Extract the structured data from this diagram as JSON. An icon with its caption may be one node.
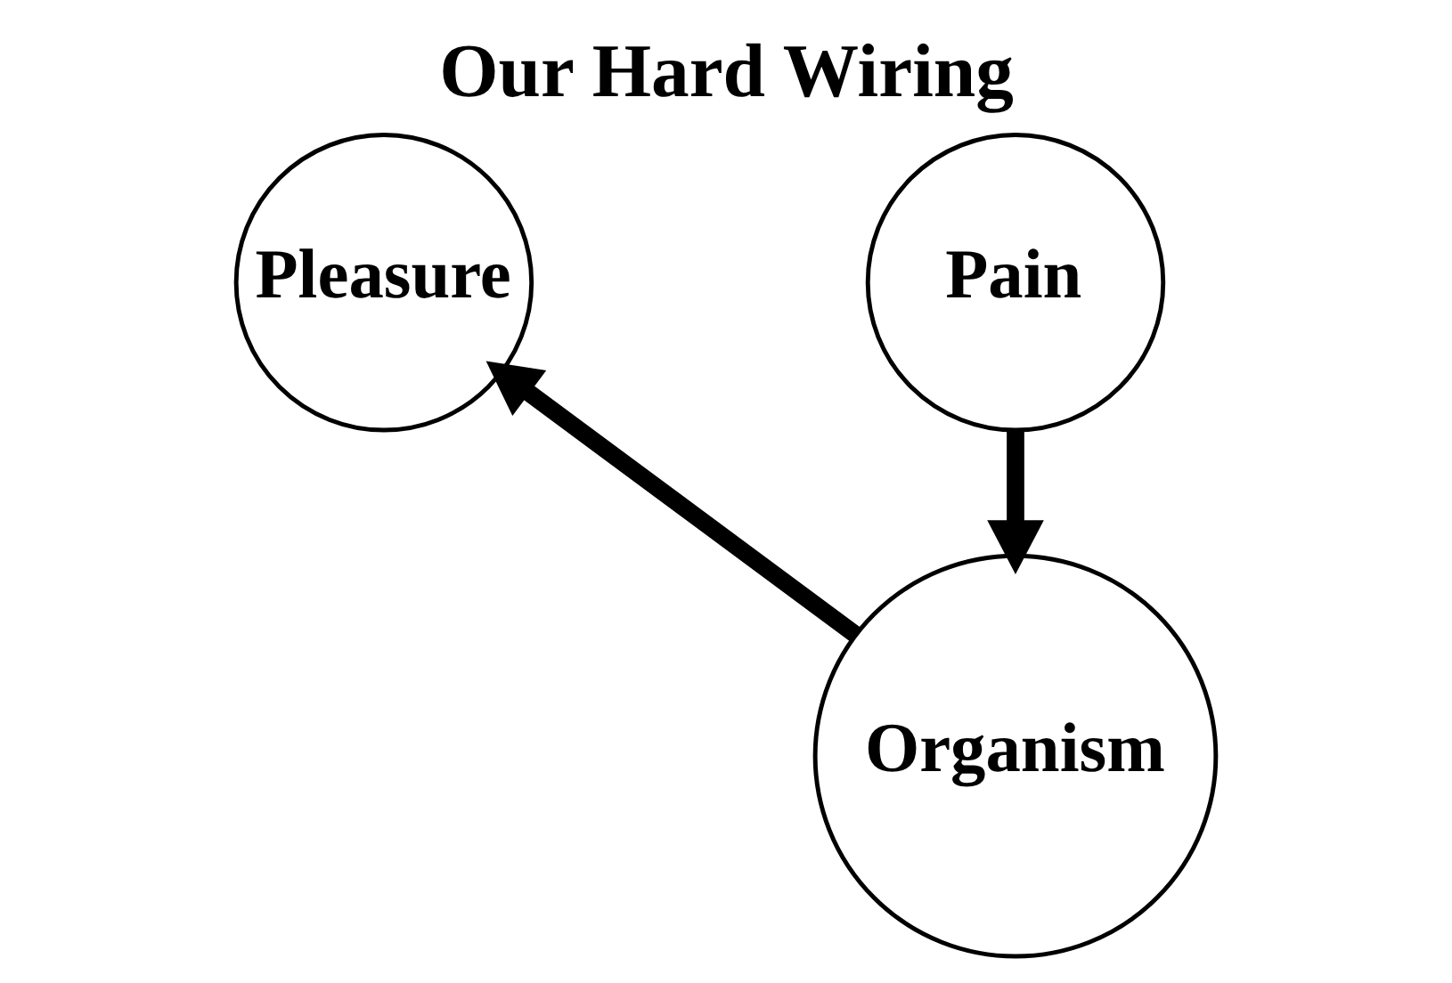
{
  "diagram": {
    "title": "Our Hard Wiring",
    "nodes": [
      {
        "text": [
          "Pleasure"
        ]
      },
      {
        "text": [
          "Pain"
        ]
      },
      {
        "text": [
          "Organism"
        ]
      }
    ],
    "edges": [
      {
        "from": 2,
        "to": 0,
        "arrow": "to"
      },
      {
        "from": 1,
        "to": 2,
        "arrow": "to"
      }
    ]
  }
}
